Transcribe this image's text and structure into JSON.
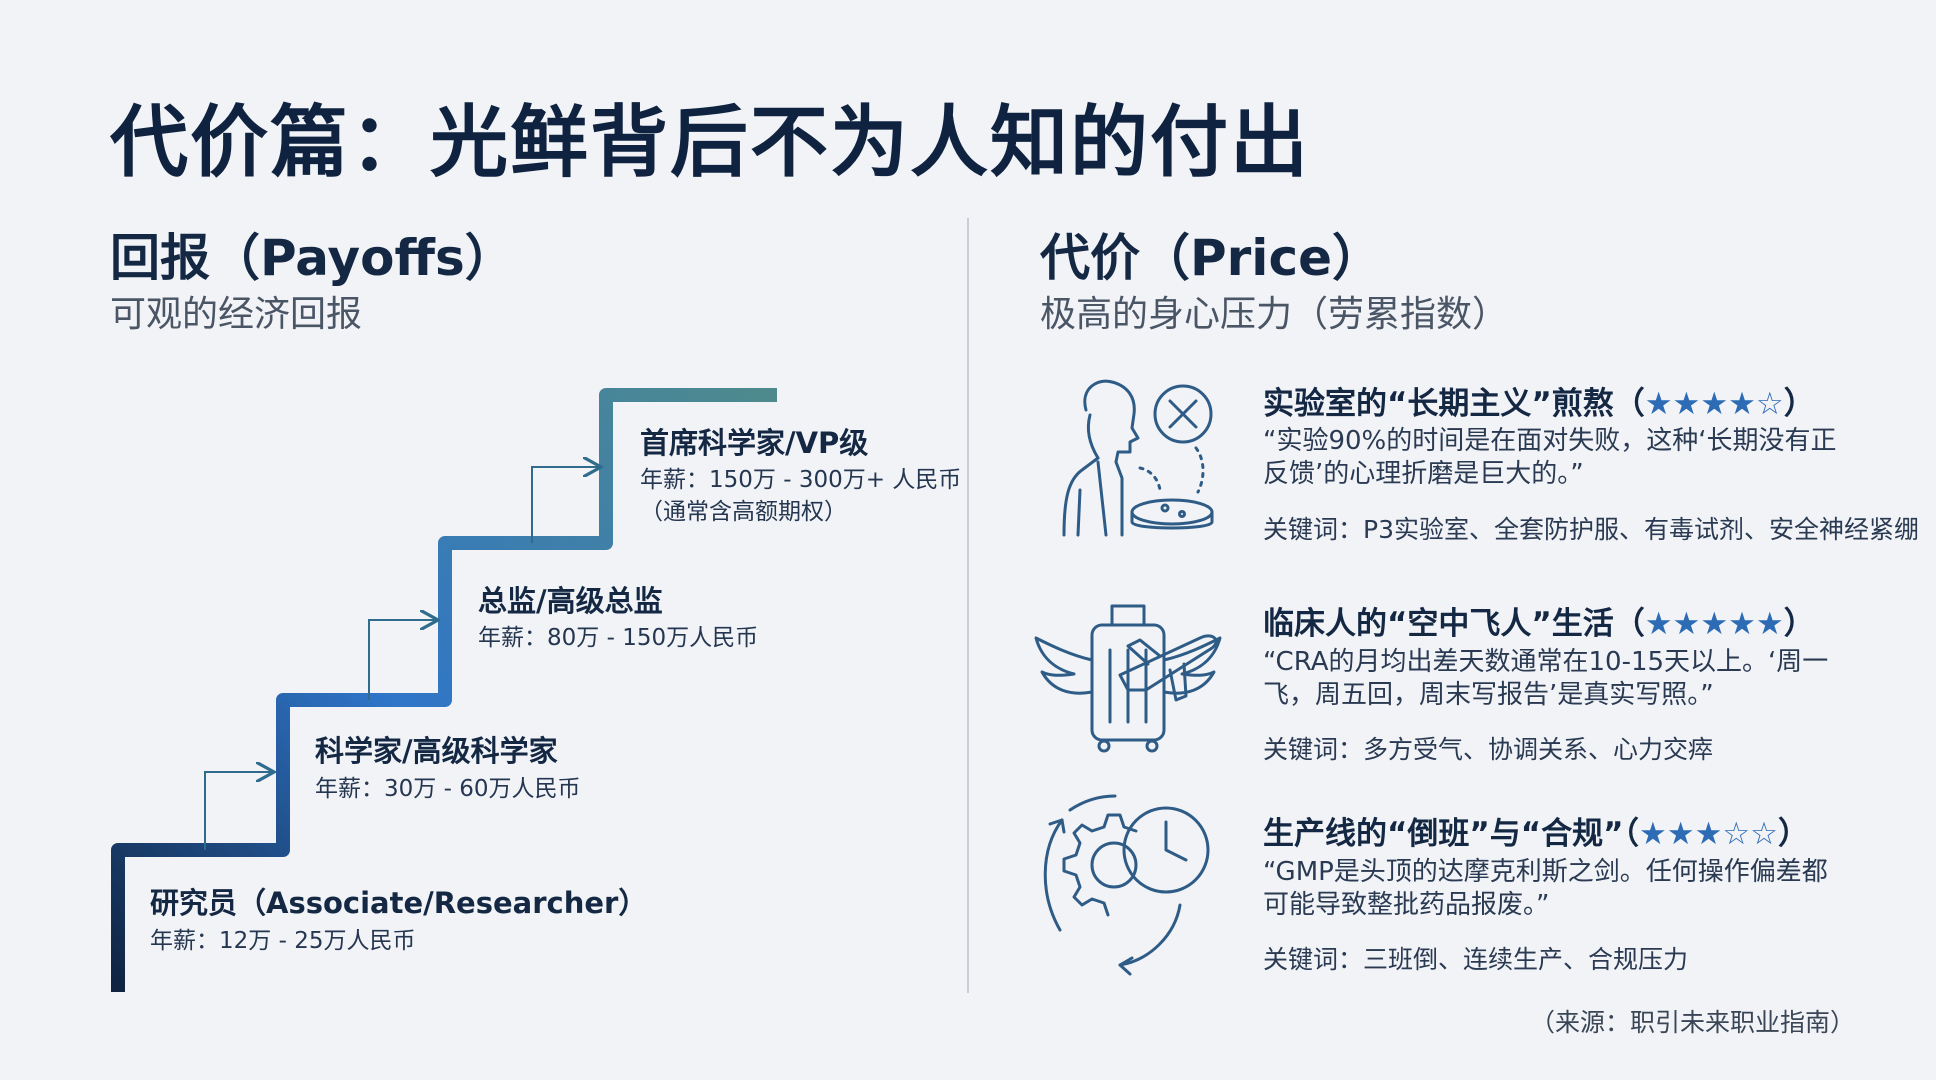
{
  "title": "代价篇：光鲜背后不为人知的付出",
  "payoffs": {
    "title": "回报（Payoffs）",
    "subtitle": "可观的经济回报",
    "steps": [
      {
        "name": "研究员（Associate/Researcher）",
        "salary": "年薪：12万 - 25万人民币",
        "note": ""
      },
      {
        "name": "科学家/高级科学家",
        "salary": "年薪：30万 - 60万人民币",
        "note": ""
      },
      {
        "name": "总监/高级总监",
        "salary": "年薪：80万 - 150万人民币",
        "note": ""
      },
      {
        "name": "首席科学家/VP级",
        "salary": "年薪：150万 - 300万+ 人民币",
        "note": "（通常含高额期权）"
      }
    ]
  },
  "price": {
    "title": "代价（Price）",
    "subtitle": "极高的身心压力（劳累指数）",
    "items": [
      {
        "title": "实验室的“长期主义”煎熬（",
        "stars": "★★★★☆",
        "title_end": "）",
        "rating": 4,
        "quote": "“实验90%的时间是在面对失败，这种‘长期没有正反馈’的心理折磨是巨大的。”",
        "keywords": "关键词：P3实验室、全套防护服、有毒试剂、安全神经紧绷",
        "icon": "researcher-failure-icon"
      },
      {
        "title": "临床人的“空中飞人”生活（",
        "stars": "★★★★★",
        "title_end": "）",
        "rating": 5,
        "quote": "“CRA的月均出差天数通常在10-15天以上。‘周一飞，周五回，周末写报告’是真实写照。”",
        "keywords": "关键词：多方受气、协调关系、心力交瘁",
        "icon": "flying-suitcase-icon"
      },
      {
        "title": "生产线的“倒班”与“合规”（",
        "stars": "★★★☆☆",
        "title_end": "）",
        "rating": 3,
        "quote": "“GMP是头顶的达摩克利斯之剑。任何操作偏差都可能导致整批药品报废。”",
        "keywords": "关键词：三班倒、连续生产、合规压力",
        "icon": "gear-clock-icon"
      }
    ]
  },
  "source": "（来源：职引未来职业指南）",
  "colors": {
    "navy": "#0f2340",
    "blue": "#2d6bb5",
    "teal": "#4e8a8c",
    "icon": "#2e5c86"
  }
}
